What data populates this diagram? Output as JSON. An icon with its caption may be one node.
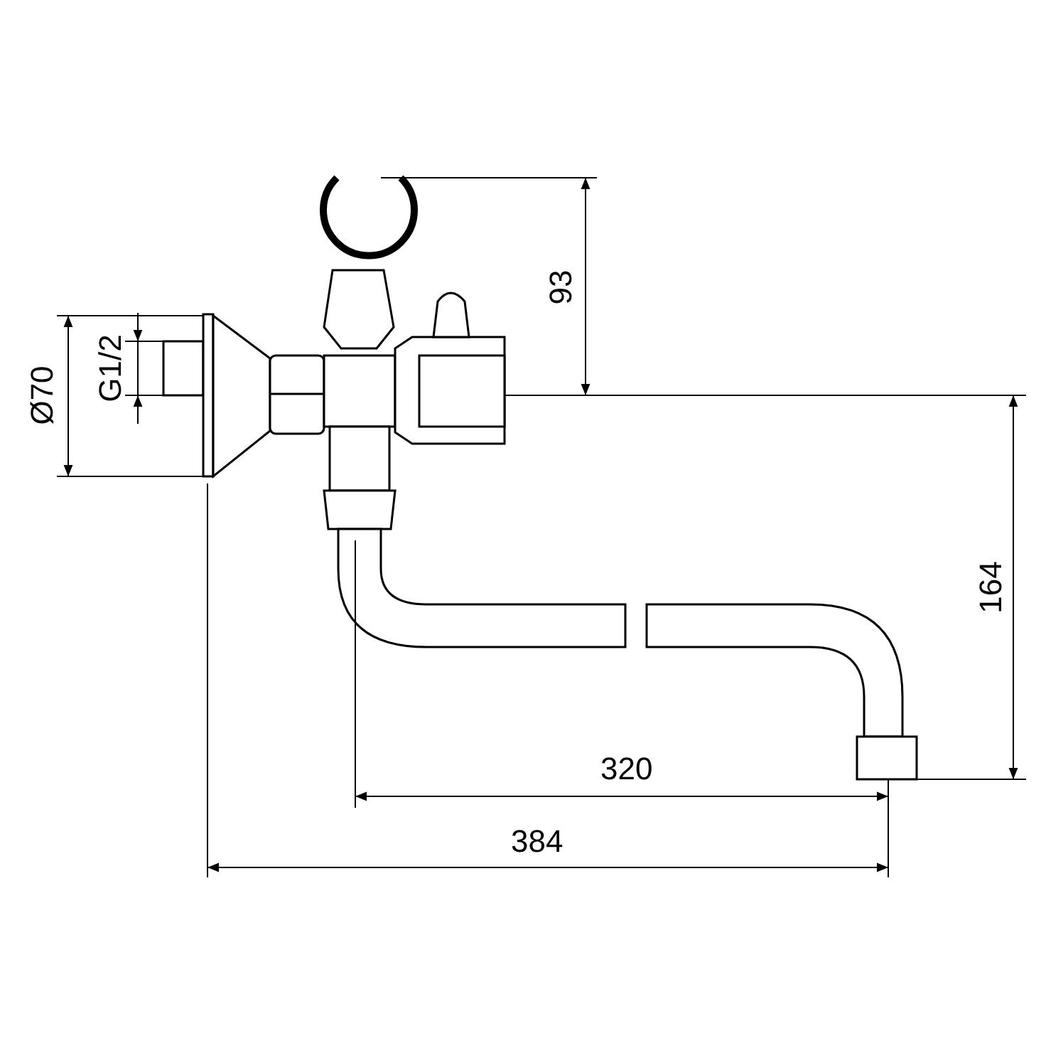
{
  "diagram": {
    "labels": [
      "Ø70",
      "G1/2",
      "93",
      "164",
      "320",
      "384"
    ]
  }
}
